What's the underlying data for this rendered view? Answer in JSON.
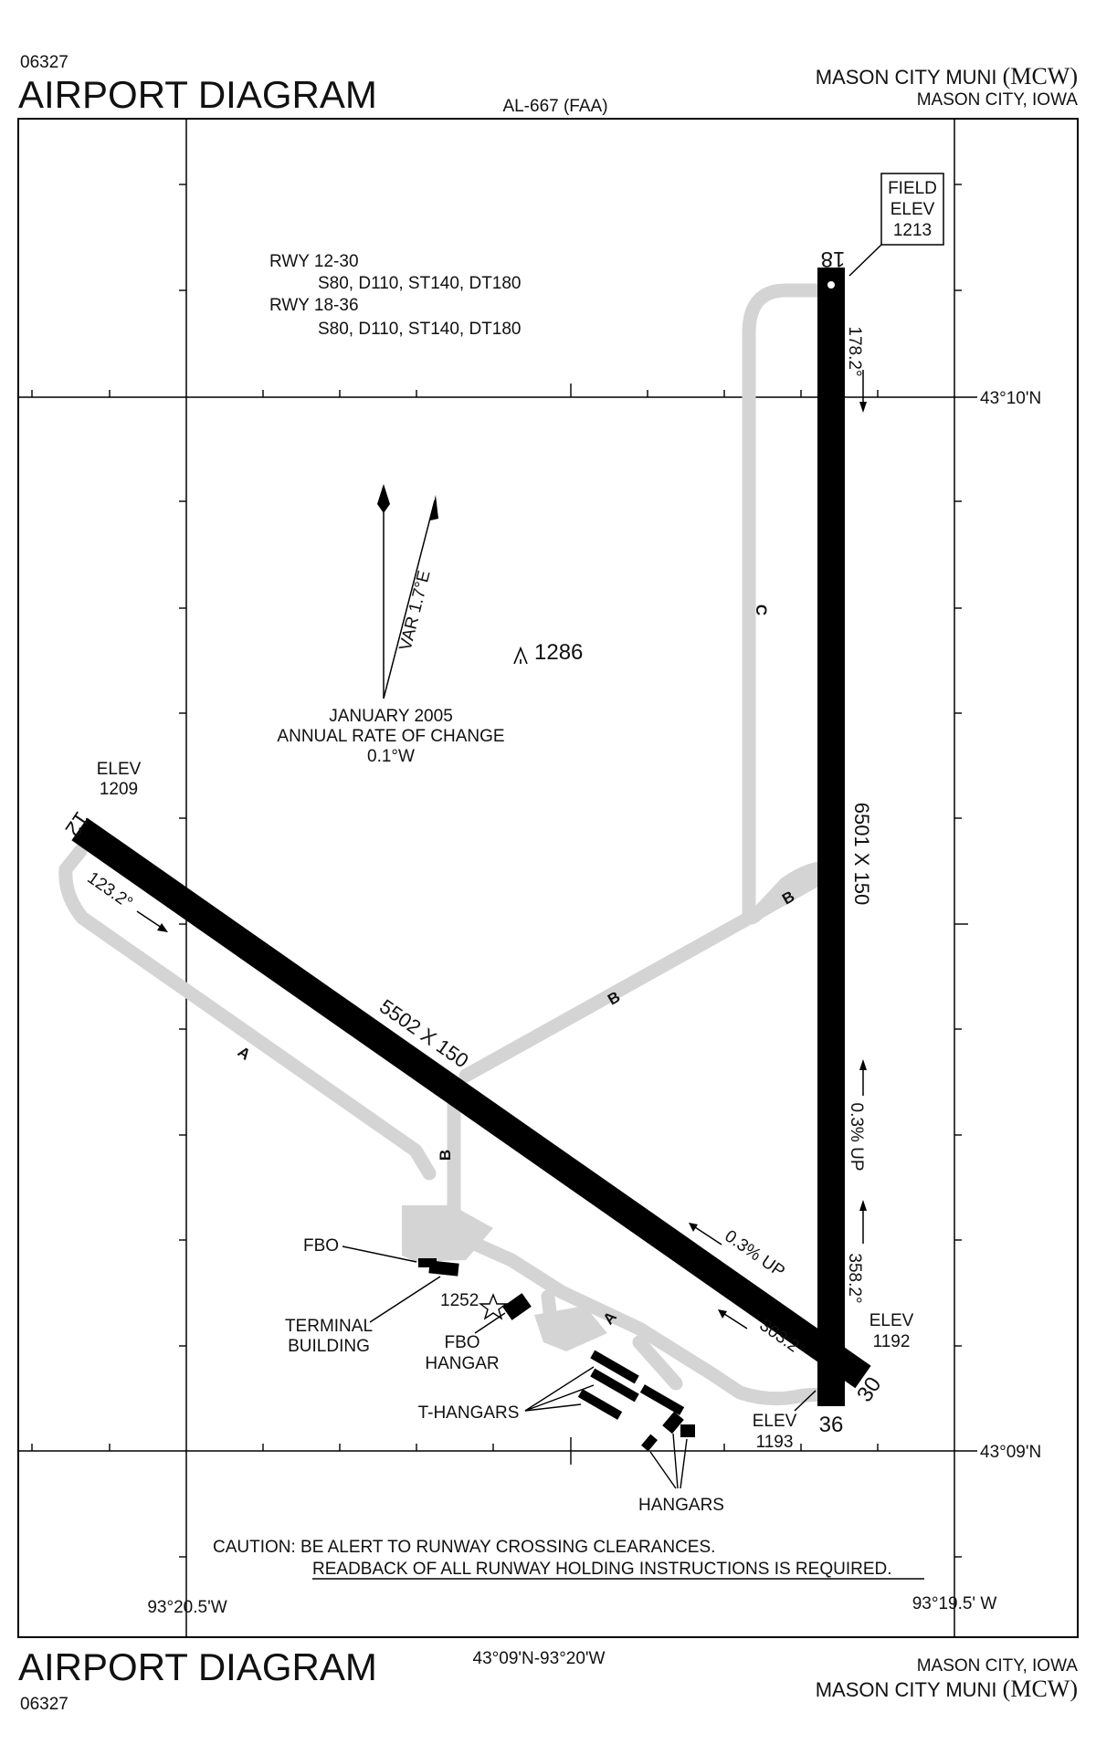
{
  "header": {
    "doc_number": "06327",
    "title": "AIRPORT DIAGRAM",
    "chart_id": "AL-667 (FAA)",
    "airport_name": "MASON CITY MUNI",
    "airport_id": "(MCW)",
    "location": "MASON CITY, IOWA"
  },
  "footer": {
    "doc_number": "06327",
    "title": "AIRPORT DIAGRAM",
    "center_coords": "43°09'N-93°20'W",
    "location": "MASON CITY, IOWA",
    "airport_name": "MASON CITY MUNI",
    "airport_id": "(MCW)"
  },
  "runway_info": {
    "rwy1_name": "RWY 12-30",
    "rwy1_strength": "S80, D110, ST140, DT180",
    "rwy2_name": "RWY 18-36",
    "rwy2_strength": "S80, D110, ST140, DT180"
  },
  "field_elev": {
    "line1": "FIELD",
    "line2": "ELEV",
    "value": "1213"
  },
  "magnetic": {
    "variation": "VAR 1.7°E",
    "date": "JANUARY 2005",
    "rate_label": "ANNUAL RATE OF CHANGE",
    "rate": "0.1°W"
  },
  "obstacle": {
    "elevation": "1286"
  },
  "runways": {
    "rwy_18_36": {
      "end_north": "18",
      "end_south": "36",
      "dims": "6501 X 150",
      "hdg_north": "178.2°",
      "hdg_south": "358.2°",
      "slope": "0.3% UP"
    },
    "rwy_12_30": {
      "end_nw": "12",
      "end_se": "30",
      "dims": "5502 X 150",
      "hdg_nw": "123.2°",
      "hdg_se": "303.2°",
      "slope": "0.3% UP"
    }
  },
  "elevations": {
    "rwy12_label": "ELEV",
    "rwy12_value": "1209",
    "rwy30_label": "ELEV",
    "rwy30_value": "1192",
    "rwy36_label": "ELEV",
    "rwy36_value": "1193"
  },
  "taxiways": {
    "a": "A",
    "b": "B",
    "c": "C"
  },
  "buildings": {
    "fbo": "FBO",
    "terminal_line1": "TERMINAL",
    "terminal_line2": "BUILDING",
    "beacon_elev": "1252",
    "fbo_hangar_line1": "FBO",
    "fbo_hangar_line2": "HANGAR",
    "t_hangars": "T-HANGARS",
    "hangars": "HANGARS"
  },
  "coordinates": {
    "lat_north": "43°10'N",
    "lat_south": "43°09'N",
    "lon_west": "93°20.5'W",
    "lon_east": "93°19.5' W"
  },
  "caution": {
    "line1": "CAUTION: BE ALERT TO RUNWAY CROSSING CLEARANCES.",
    "line2": "READBACK OF ALL RUNWAY HOLDING INSTRUCTIONS IS REQUIRED."
  },
  "colors": {
    "runway": "#000000",
    "taxiway": "#d4d4d4",
    "ink": "#111111"
  }
}
